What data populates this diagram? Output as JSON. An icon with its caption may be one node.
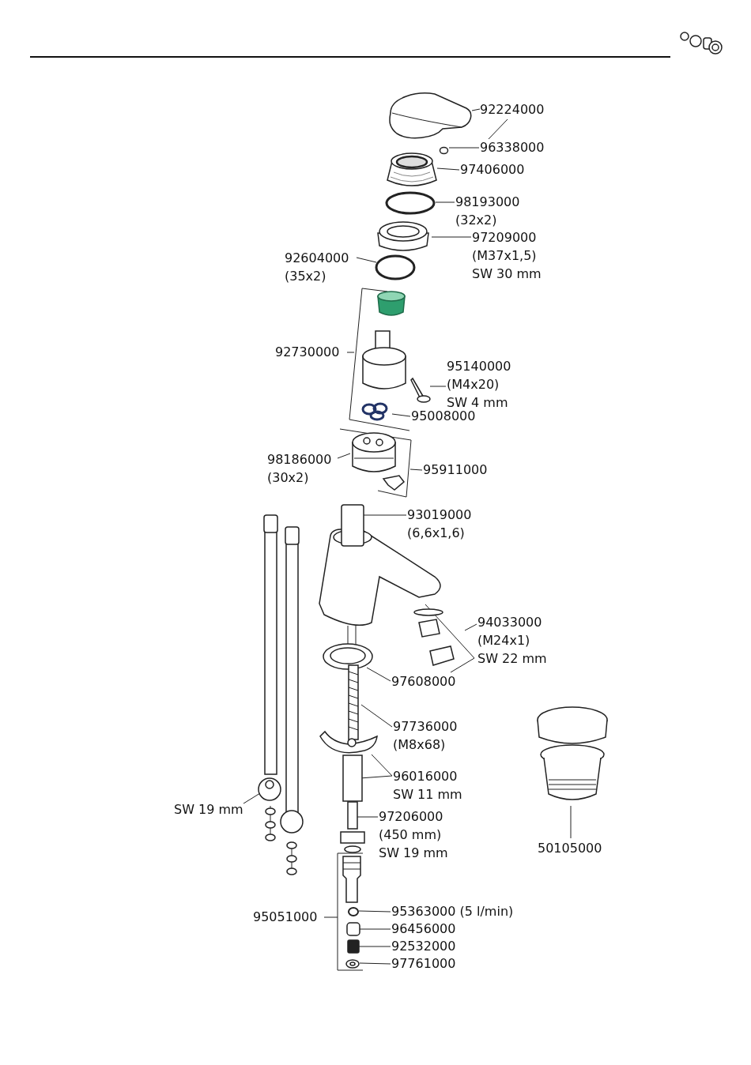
{
  "diagram": {
    "nodes": [
      {
        "text": [],
        "shape": "picture"
      },
      {
        "text": [
          "92224000"
        ]
      },
      {
        "text": [],
        "shape": "circle"
      },
      {
        "text": [
          "96338000"
        ]
      },
      {
        "text": [],
        "shape": "picture"
      },
      {
        "text": [
          "97406000"
        ]
      },
      {
        "text": [],
        "shape": "circle"
      },
      {
        "text": [
          "98193000",
          "(32x2)"
        ]
      },
      {
        "text": [],
        "shape": "picture"
      },
      {
        "text": [
          "97209000",
          "(M37x1,5)",
          "SW 30 mm"
        ]
      },
      {
        "text": [],
        "shape": "circle"
      },
      {
        "text": [
          "92604000",
          "(35x2)"
        ]
      },
      {
        "text": [],
        "shape": "bracket"
      },
      {
        "text": [
          "92730000"
        ]
      },
      {
        "text": [],
        "shape": "picture"
      },
      {
        "text": [
          "95140000",
          "(M4x20)",
          "SW 4 mm"
        ]
      },
      {
        "text": [],
        "shape": "picture",
        "in": 12
      },
      {
        "text": [
          "95008000"
        ]
      },
      {
        "text": [],
        "shape": "bracket"
      },
      {
        "text": [],
        "shape": "picture",
        "in": 18
      },
      {
        "text": [
          "98186000",
          "(30x2)"
        ]
      },
      {
        "text": [
          "95911000"
        ]
      },
      {
        "text": [],
        "shape": "box"
      },
      {
        "text": [
          "93019000",
          "(6,6x1,6)"
        ]
      },
      {
        "text": [],
        "shape": "bracket"
      },
      {
        "text": [
          "94033000",
          "(M24x1)",
          "SW 22 mm"
        ]
      },
      {
        "text": [],
        "shape": "picture"
      },
      {
        "text": [
          "97608000"
        ]
      },
      {
        "text": [],
        "shape": "picture"
      },
      {
        "text": [
          "97736000",
          "(M8x68)"
        ]
      },
      {
        "text": [],
        "shape": "picture"
      },
      {
        "text": [],
        "shape": "box"
      },
      {
        "text": [
          "96016000",
          "SW 11 mm"
        ]
      },
      {
        "text": [],
        "shape": "picture"
      },
      {
        "text": [
          "97206000",
          "(450 mm)",
          "SW 19 mm"
        ]
      },
      {
        "text": [],
        "shape": "picture"
      },
      {
        "text": [
          "SW 19 mm"
        ]
      },
      {
        "text": [],
        "shape": "bracket"
      },
      {
        "text": [
          "95051000"
        ]
      },
      {
        "text": [],
        "shape": "circle",
        "in": 37
      },
      {
        "text": [
          "95363000 (5 l/min)"
        ]
      },
      {
        "text": [],
        "shape": "box",
        "in": 37
      },
      {
        "text": [
          "96456000"
        ]
      },
      {
        "text": [],
        "shape": "box",
        "in": 37
      },
      {
        "text": [
          "92532000"
        ]
      },
      {
        "text": [],
        "shape": "picture",
        "in": 37
      },
      {
        "text": [
          "97761000"
        ]
      },
      {
        "text": [],
        "shape": "picture"
      },
      {
        "text": [
          "50105000"
        ]
      }
    ],
    "edges": [
      {
        "from": 1,
        "to": 0,
        "arrow": "none"
      },
      {
        "from": 1,
        "to": 3,
        "arrow": "none"
      },
      {
        "from": 3,
        "to": 2,
        "arrow": "none"
      },
      {
        "from": 5,
        "to": 4,
        "arrow": "none"
      },
      {
        "from": 7,
        "to": 6,
        "arrow": "none"
      },
      {
        "from": 9,
        "to": 8,
        "arrow": "none"
      },
      {
        "from": 11,
        "to": 10,
        "arrow": "none"
      },
      {
        "from": 13,
        "to": 12,
        "arrow": "none"
      },
      {
        "from": 15,
        "to": 14,
        "arrow": "none"
      },
      {
        "from": 17,
        "to": 16,
        "arrow": "none"
      },
      {
        "from": 20,
        "to": 19,
        "arrow": "none"
      },
      {
        "from": 21,
        "to": 18,
        "arrow": "none"
      },
      {
        "from": 23,
        "to": 22,
        "arrow": "none"
      },
      {
        "from": 25,
        "to": 24,
        "arrow": "none"
      },
      {
        "from": 27,
        "to": 26,
        "arrow": "none"
      },
      {
        "from": 29,
        "to": 28,
        "arrow": "none"
      },
      {
        "from": 32,
        "to": 30,
        "arrow": "none"
      },
      {
        "from": 32,
        "to": 31,
        "arrow": "none"
      },
      {
        "from": 34,
        "to": 33,
        "arrow": "none"
      },
      {
        "from": 36,
        "to": 35,
        "arrow": "none"
      },
      {
        "from": 38,
        "to": 37,
        "arrow": "none"
      },
      {
        "from": 40,
        "to": 39,
        "arrow": "none"
      },
      {
        "from": 42,
        "to": 41,
        "arrow": "none"
      },
      {
        "from": 44,
        "to": 43,
        "arrow": "none"
      },
      {
        "from": 46,
        "to": 45,
        "arrow": "none"
      },
      {
        "from": 48,
        "to": 47,
        "arrow": "none"
      }
    ]
  }
}
